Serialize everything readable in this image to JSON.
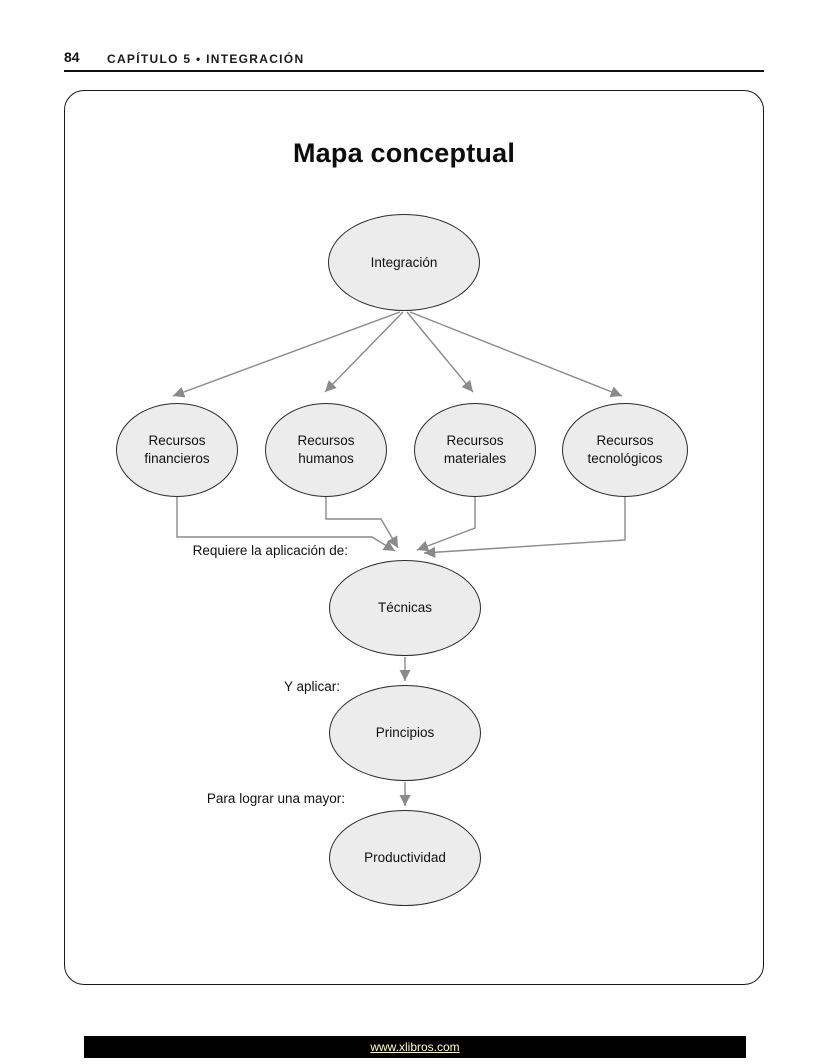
{
  "page": {
    "number": "84",
    "chapter_header": "CAPÍTULO 5  •  INTEGRACIÓN"
  },
  "diagram": {
    "title": "Mapa conceptual",
    "nodes": {
      "integracion": "Integración",
      "financieros": "Recursos\nfinancieros",
      "humanos": "Recursos\nhumanos",
      "materiales": "Recursos\nmateriales",
      "tecnologicos": "Recursos\ntecnológicos",
      "tecnicas": "Técnicas",
      "principios": "Principios",
      "productividad": "Productividad"
    },
    "labels": {
      "requiere": "Requiere la aplicación de:",
      "aplicar": "Y aplicar:",
      "lograr": "Para lograr una mayor:"
    }
  },
  "footer": {
    "url": "www.xlibros.com"
  },
  "colors": {
    "node_fill": "#ececec",
    "arrow": "#8a8a8a",
    "footer_bg": "#000000",
    "footer_text": "#fffbcc"
  }
}
